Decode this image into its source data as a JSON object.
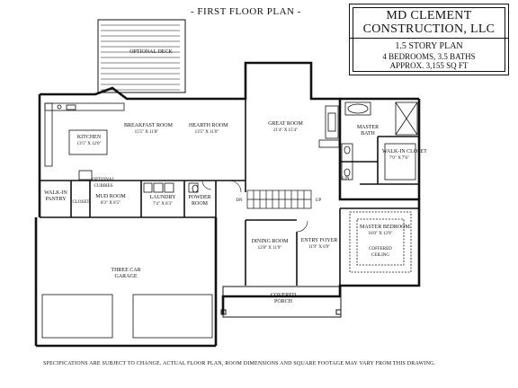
{
  "header": {
    "title": "- FIRST FLOOR PLAN -"
  },
  "title_block": {
    "company_line1": "MD CLEMENT",
    "company_line2": "CONSTRUCTION, LLC",
    "plan_type": "1.5 STORY PLAN",
    "beds_baths": "4 BEDROOMS, 3.5 BATHS",
    "area": "APPROX. 3,155 SQ FT"
  },
  "rooms": {
    "optional_deck": "OPTIONAL DECK",
    "kitchen_name": "KITCHEN",
    "kitchen_dim": "13'5\" X 12'0\"",
    "breakfast_name": "BREAKFAST ROOM",
    "breakfast_dim": "15'5\" X 11'8\"",
    "hearth_name": "HEARTH ROOM",
    "hearth_dim": "13'5\" X 11'0\"",
    "great_name": "GREAT ROOM",
    "great_dim": "21'4\" X 15'4\"",
    "master_bath": "MASTER BATH",
    "walkin_closet_name": "WALK-IN CLOSET",
    "walkin_closet_dim": "7'0\" X 7'6\"",
    "linen": "LIN.",
    "walkin_pantry": "WALK-IN PANTRY",
    "closet": "CLOSET",
    "optional_cubbies": "OPTIONAL CUBBIES",
    "mud_name": "MUD ROOM",
    "mud_dim": "8'3\" X 6'5\"",
    "laundry_name": "LAUNDRY",
    "laundry_dim": "7'4\" X 6'3\"",
    "powder_room": "POWDER ROOM",
    "dn": "DN",
    "up": "UP",
    "master_bed_name": "MASTER BEDROOM",
    "master_bed_dim": "16'0\" X 13'9\"",
    "coffered_ceiling": "COFFERED CEILING",
    "dining_name": "DINING ROOM",
    "dining_dim": "12'8\" X 11'9\"",
    "entry_name": "ENTRY FOYER",
    "entry_dim": "11'9\" X 6'9\"",
    "garage_name": "THREE CAR GARAGE",
    "porch_name": "COVERED PORCH"
  },
  "footer": {
    "disclaimer": "SPECIFICATIONS ARE SUBJECT TO CHANGE. ACTUAL FLOOR PLAN, ROOM DIMENSIONS AND SQUARE FOOTAGE MAY VARY FROM THIS DRAWING."
  }
}
